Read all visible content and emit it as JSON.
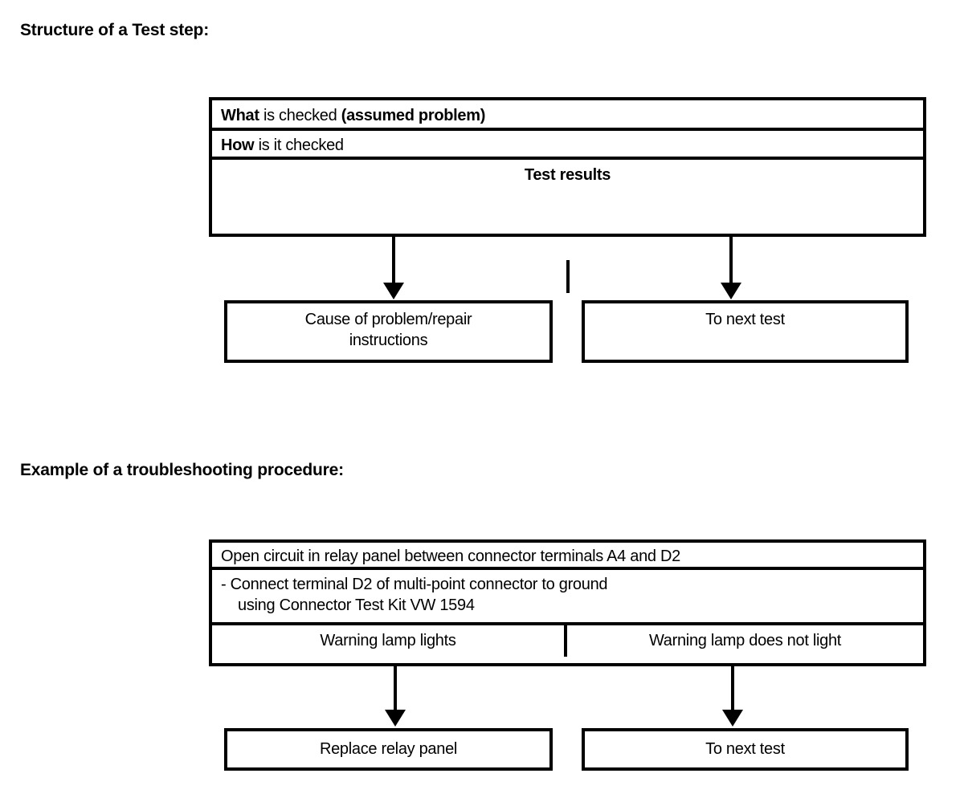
{
  "page": {
    "ink_color": "#000000",
    "paper_color": "#ffffff"
  },
  "sections": {
    "structure": {
      "heading": "Structure of a Test step:",
      "box": {
        "what_bold": "What",
        "what_rest": " is checked ",
        "what_bold2": "(assumed problem)",
        "how_bold": "How",
        "how_rest": " is it checked",
        "results_label": "Test results"
      },
      "outcomes": {
        "left": "Cause of problem/repair instructions",
        "right": "To next test"
      }
    },
    "example": {
      "heading": "Example of a troubleshooting procedure:",
      "box": {
        "problem": "Open circuit in relay panel between connector terminals A4 and D2",
        "action_line1": "- Connect terminal D2 of multi-point connector to ground",
        "action_line2": "using Connector Test Kit VW 1594",
        "result_left": "Warning lamp lights",
        "result_right": "Warning lamp does not light"
      },
      "outcomes": {
        "left": "Replace relay panel",
        "right": "To next test"
      }
    }
  }
}
